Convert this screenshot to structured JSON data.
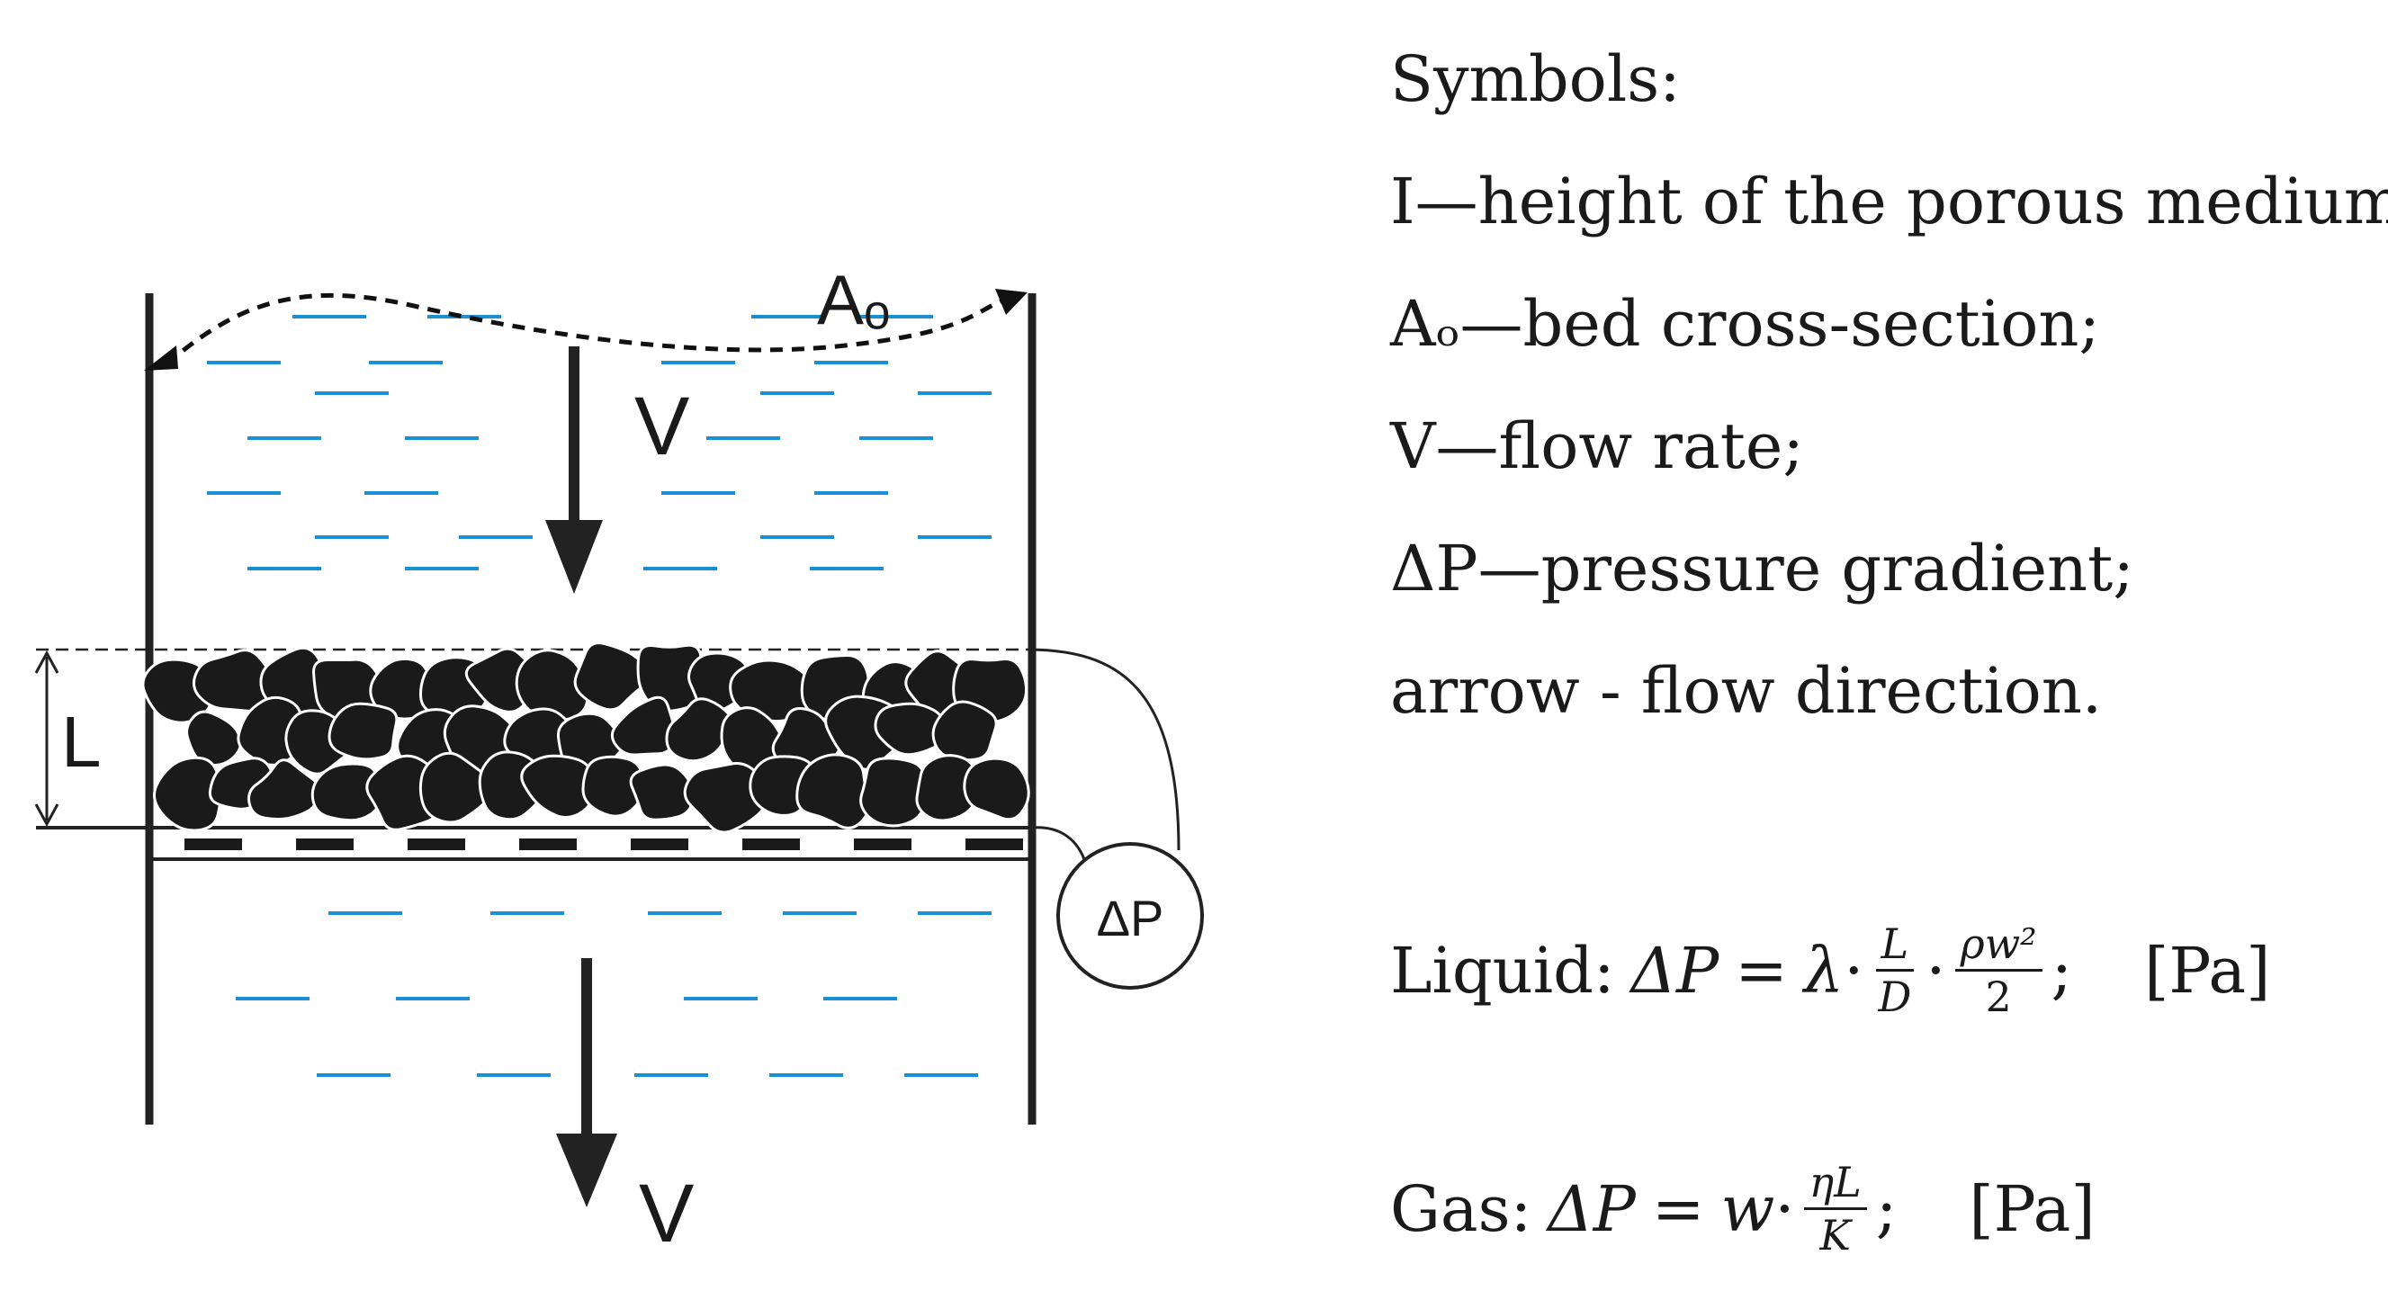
{
  "diagram_labels": {
    "area": "Aₒ",
    "flow_top": "V",
    "flow_bottom": "V",
    "height": "L",
    "pressure": "ΔP"
  },
  "legend": {
    "title": "Symbols:",
    "items": [
      "I—height of the porous medium;",
      "Aₒ—bed cross-section;",
      "V—flow rate;",
      "ΔP—pressure gradient;",
      "arrow - flow direction."
    ]
  },
  "equations": {
    "liquid": {
      "prefix": "Liquid:",
      "lhs": "ΔP",
      "eq": "=",
      "lambda": "λ",
      "dot": "·",
      "frac1_num": "L",
      "frac1_den": "D",
      "frac2_num": "ρw²",
      "frac2_den": "2",
      "semi": ";",
      "unit": "[Pa]"
    },
    "gas": {
      "prefix": "Gas:",
      "lhs": "ΔP",
      "eq": "=",
      "w": "w",
      "dot": "·",
      "frac_num": "ηL",
      "frac_den": "K",
      "semi": ";",
      "unit": "[Pa]"
    }
  },
  "colors": {
    "liquid_dash": "#1b8fd6",
    "ink": "#1a1a1a"
  }
}
